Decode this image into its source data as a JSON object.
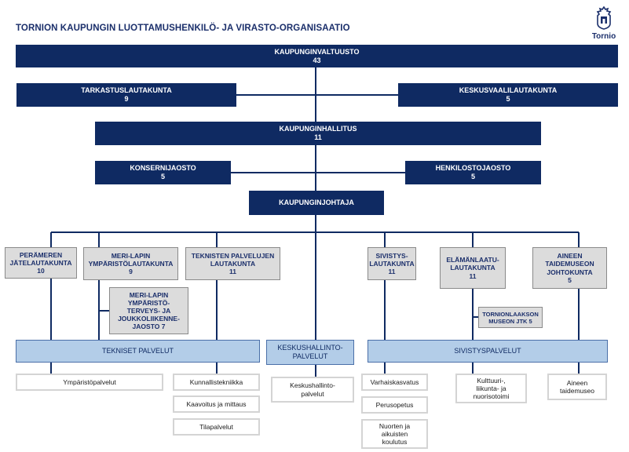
{
  "title": "TORNION KAUPUNGIN LUOTTAMUSHENKILÖ- JA VIRASTO-ORGANISAATIO",
  "logo": {
    "icon": "tornio-crest-icon",
    "text": "Tornio"
  },
  "colors": {
    "dark": "#0f2a62",
    "grey": "#dcdcdc",
    "light": "#b3cde8",
    "white_border": "#d4d4d4"
  },
  "governance": {
    "valtuusto": {
      "name": "KAUPUNGINVALTUUSTO",
      "count": "43"
    },
    "tarkastus": {
      "name": "TARKASTUSLAUTAKUNTA",
      "count": "9"
    },
    "keskusvaali": {
      "name": "KESKUSVAALILAUTAKUNTA",
      "count": "5"
    },
    "hallitus": {
      "name": "KAUPUNGINHALLITUS",
      "count": "11"
    },
    "konserni": {
      "name": "KONSERNIJAOSTO",
      "count": "5"
    },
    "henkilosto": {
      "name": "HENKILOSTOJAOSTO",
      "count": "5"
    },
    "johtaja": {
      "name": "KAUPUNGINJOHTAJA"
    }
  },
  "boards": {
    "perameren": {
      "name": [
        "PERÄMEREN",
        "JÄTELAUTAKUNTA"
      ],
      "count": "10"
    },
    "merilapin": {
      "name": [
        "MERI-LAPIN",
        "YMPÄRISTÖLAUTAKUNTA"
      ],
      "count": "9"
    },
    "tekniset": {
      "name": [
        "TEKNISTEN PALVELUJEN",
        "LAUTAKUNTA"
      ],
      "count": "11"
    },
    "jaosto": {
      "name": [
        "MERI-LAPIN",
        "YMPÄRISTÖ-",
        "TERVEYS- JA",
        "JOUKKOLIIKENNE-",
        "JAOSTO 7"
      ]
    },
    "sivistys": {
      "name": [
        "SIVISTYS-",
        "LAUTAKUNTA"
      ],
      "count": "11"
    },
    "elamanlaatu": {
      "name": [
        "ELÄMÄNLAATU-",
        "LAUTAKUNTA"
      ],
      "count": "11"
    },
    "tornionlaakson": {
      "name": [
        "TORNIONLAAKSON",
        "MUSEON JTK 5"
      ]
    },
    "aineen": {
      "name": [
        "AINEEN",
        "TAIDEMUSEON",
        "JOHTOKUNTA"
      ],
      "count": "5"
    }
  },
  "services": {
    "tekniset": "TEKNISET PALVELUT",
    "keskushallinto": [
      "KESKUSHALLINTO-",
      "PALVELUT"
    ],
    "sivistys": "SIVISTYSPALVELUT"
  },
  "units": {
    "ymparisto": "Ympäristöpalvelut",
    "kunnallistekniikka": "Kunnallistekniikka",
    "kaavoitus": "Kaavoitus ja mittaus",
    "tila": "Tilapalvelut",
    "keskushallinto": [
      "Keskushallinto-",
      "palvelut"
    ],
    "varhais": "Varhaiskasvatus",
    "perusopetus": "Perusopetus",
    "nuorten": [
      "Nuorten ja",
      "aikuisten",
      "koulutus"
    ],
    "kulttuuri": [
      "Kulttuuri-,",
      "liikunta- ja",
      "nuorisotoimi"
    ],
    "aineen": [
      "Aineen",
      "taidemuseo"
    ]
  }
}
